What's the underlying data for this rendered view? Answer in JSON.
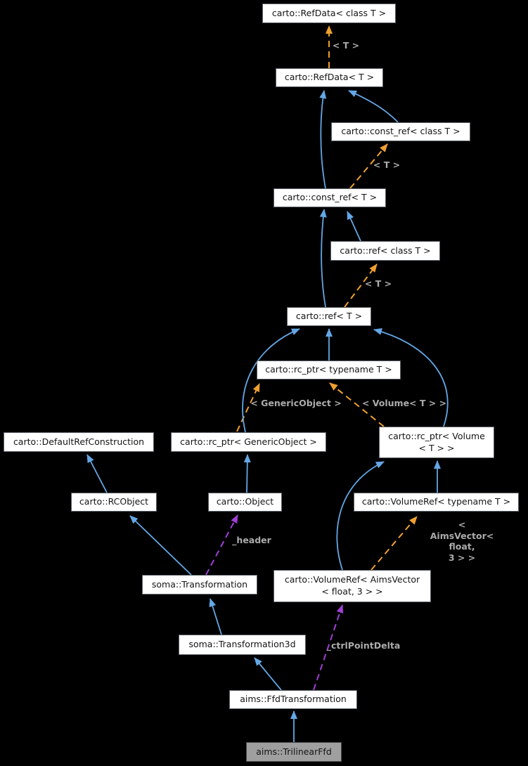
{
  "diagram": {
    "title": "aims::TrilinearFfd collaboration diagram",
    "background": "#000000",
    "colors": {
      "background": "#000000",
      "inheritance": "#64a7e6",
      "template": "#f0a02f",
      "usage": "#a13fd6",
      "label": "#ababab",
      "node_fill": "#ffffff",
      "node_border": "#5b6066",
      "node_text": "#141414",
      "highlight_fill": "#9f9f9f",
      "highlight_border": "#4c4c4c"
    },
    "nodes": {
      "refdata_class": {
        "label": "carto::RefData< class T >"
      },
      "refdata_t": {
        "label": "carto::RefData< T >"
      },
      "constref_class": {
        "label": "carto::const_ref< class T >"
      },
      "constref_t": {
        "label": "carto::const_ref< T >"
      },
      "ref_class": {
        "label": "carto::ref< class T >"
      },
      "ref_t": {
        "label": "carto::ref< T >"
      },
      "rcptr_typename": {
        "label": "carto::rc_ptr< typename T >"
      },
      "defaultrefconstruction": {
        "label": "carto::DefaultRefConstruction"
      },
      "rcptr_genericobject": {
        "label": "carto::rc_ptr< GenericObject >"
      },
      "rcptr_volume": {
        "label": "carto::rc_ptr< Volume\n< T > >"
      },
      "rcobject": {
        "label": "carto::RCObject"
      },
      "object": {
        "label": "carto::Object"
      },
      "volumeref_typename": {
        "label": "carto::VolumeRef< typename T >"
      },
      "transformation": {
        "label": "soma::Transformation"
      },
      "volumeref_aimsvector": {
        "label": "carto::VolumeRef< AimsVector\n< float, 3 > >"
      },
      "transformation3d": {
        "label": "soma::Transformation3d"
      },
      "ffdtransformation": {
        "label": "aims::FfdTransformation"
      },
      "trilinearffd": {
        "label": "aims::TrilinearFfd",
        "highlighted": true
      }
    },
    "edge_labels": {
      "tmpl_refdata": "< T >",
      "tmpl_constref": "< T >",
      "tmpl_ref": "< T >",
      "tmpl_genericobject": "< GenericObject >",
      "tmpl_volume": "< Volume< T > >",
      "tmpl_aimsvector": "< AimsVector< float,\n3 > >",
      "member_header": "_header",
      "member_ctrlpointdelta": "_ctrlPointDelta"
    },
    "edges": [
      {
        "from": "carto::RefData< T >",
        "to": "carto::RefData< class T >",
        "type": "template-instance",
        "label": "< T >"
      },
      {
        "from": "carto::const_ref< class T >",
        "to": "carto::RefData< T >",
        "type": "public-inheritance"
      },
      {
        "from": "carto::const_ref< T >",
        "to": "carto::RefData< T >",
        "type": "public-inheritance"
      },
      {
        "from": "carto::const_ref< T >",
        "to": "carto::const_ref< class T >",
        "type": "template-instance",
        "label": "< T >"
      },
      {
        "from": "carto::ref< class T >",
        "to": "carto::const_ref< T >",
        "type": "public-inheritance"
      },
      {
        "from": "carto::ref< T >",
        "to": "carto::const_ref< T >",
        "type": "public-inheritance"
      },
      {
        "from": "carto::ref< T >",
        "to": "carto::ref< class T >",
        "type": "template-instance",
        "label": "< T >"
      },
      {
        "from": "carto::rc_ptr< typename T >",
        "to": "carto::ref< T >",
        "type": "public-inheritance"
      },
      {
        "from": "carto::rc_ptr< GenericObject >",
        "to": "carto::ref< T >",
        "type": "public-inheritance"
      },
      {
        "from": "carto::rc_ptr< GenericObject >",
        "to": "carto::rc_ptr< typename T >",
        "type": "template-instance",
        "label": "< GenericObject >"
      },
      {
        "from": "carto::rc_ptr< Volume< T > >",
        "to": "carto::ref< T >",
        "type": "public-inheritance"
      },
      {
        "from": "carto::rc_ptr< Volume< T > >",
        "to": "carto::rc_ptr< typename T >",
        "type": "template-instance",
        "label": "< Volume< T > >"
      },
      {
        "from": "carto::RCObject",
        "to": "carto::DefaultRefConstruction",
        "type": "public-inheritance"
      },
      {
        "from": "carto::Object",
        "to": "carto::rc_ptr< GenericObject >",
        "type": "public-inheritance"
      },
      {
        "from": "carto::VolumeRef< typename T >",
        "to": "carto::rc_ptr< Volume< T > >",
        "type": "public-inheritance"
      },
      {
        "from": "carto::VolumeRef< AimsVector< float, 3 > >",
        "to": "carto::rc_ptr< Volume< T > >",
        "type": "public-inheritance"
      },
      {
        "from": "carto::VolumeRef< AimsVector< float, 3 > >",
        "to": "carto::VolumeRef< typename T >",
        "type": "template-instance",
        "label": "< AimsVector< float, 3 > >"
      },
      {
        "from": "soma::Transformation",
        "to": "carto::RCObject",
        "type": "public-inheritance"
      },
      {
        "from": "soma::Transformation",
        "to": "carto::Object",
        "type": "usage",
        "label": "_header"
      },
      {
        "from": "soma::Transformation3d",
        "to": "soma::Transformation",
        "type": "public-inheritance"
      },
      {
        "from": "aims::FfdTransformation",
        "to": "soma::Transformation3d",
        "type": "public-inheritance"
      },
      {
        "from": "aims::FfdTransformation",
        "to": "carto::VolumeRef< AimsVector< float, 3 > >",
        "type": "usage",
        "label": "_ctrlPointDelta"
      },
      {
        "from": "aims::TrilinearFfd",
        "to": "aims::FfdTransformation",
        "type": "public-inheritance"
      }
    ]
  }
}
